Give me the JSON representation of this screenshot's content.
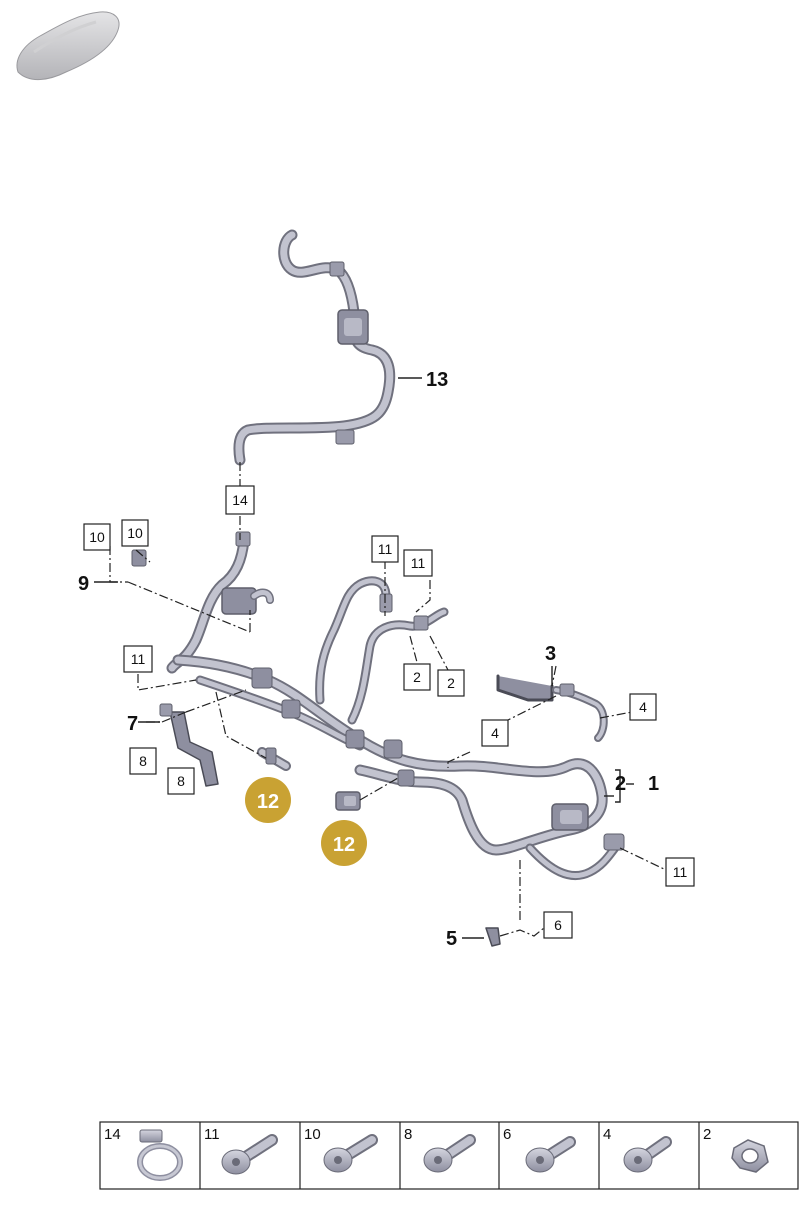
{
  "diagram": {
    "accent_color": "#c9a233",
    "part_color": "#a8a9b8",
    "callouts": {
      "c13": "13",
      "c14": "14",
      "c10a": "10",
      "c10b": "10",
      "c9": "9",
      "c11a": "11",
      "c11b": "11",
      "c11c": "11",
      "c11d": "11",
      "c2a": "2",
      "c2b": "2",
      "c3": "3",
      "c4a": "4",
      "c4b": "4",
      "c7": "7",
      "c8a": "8",
      "c8b": "8",
      "c12a": "12",
      "c12b": "12",
      "c2main": "2",
      "c1": "1",
      "c5": "5",
      "c6": "6"
    },
    "legend": [
      {
        "number": "14",
        "icon": "hose-clamp-icon"
      },
      {
        "number": "11",
        "icon": "bolt-icon"
      },
      {
        "number": "10",
        "icon": "bolt-icon"
      },
      {
        "number": "8",
        "icon": "bolt-icon"
      },
      {
        "number": "6",
        "icon": "bolt-icon"
      },
      {
        "number": "4",
        "icon": "bolt-icon"
      },
      {
        "number": "2",
        "icon": "hex-nut-icon"
      }
    ]
  }
}
